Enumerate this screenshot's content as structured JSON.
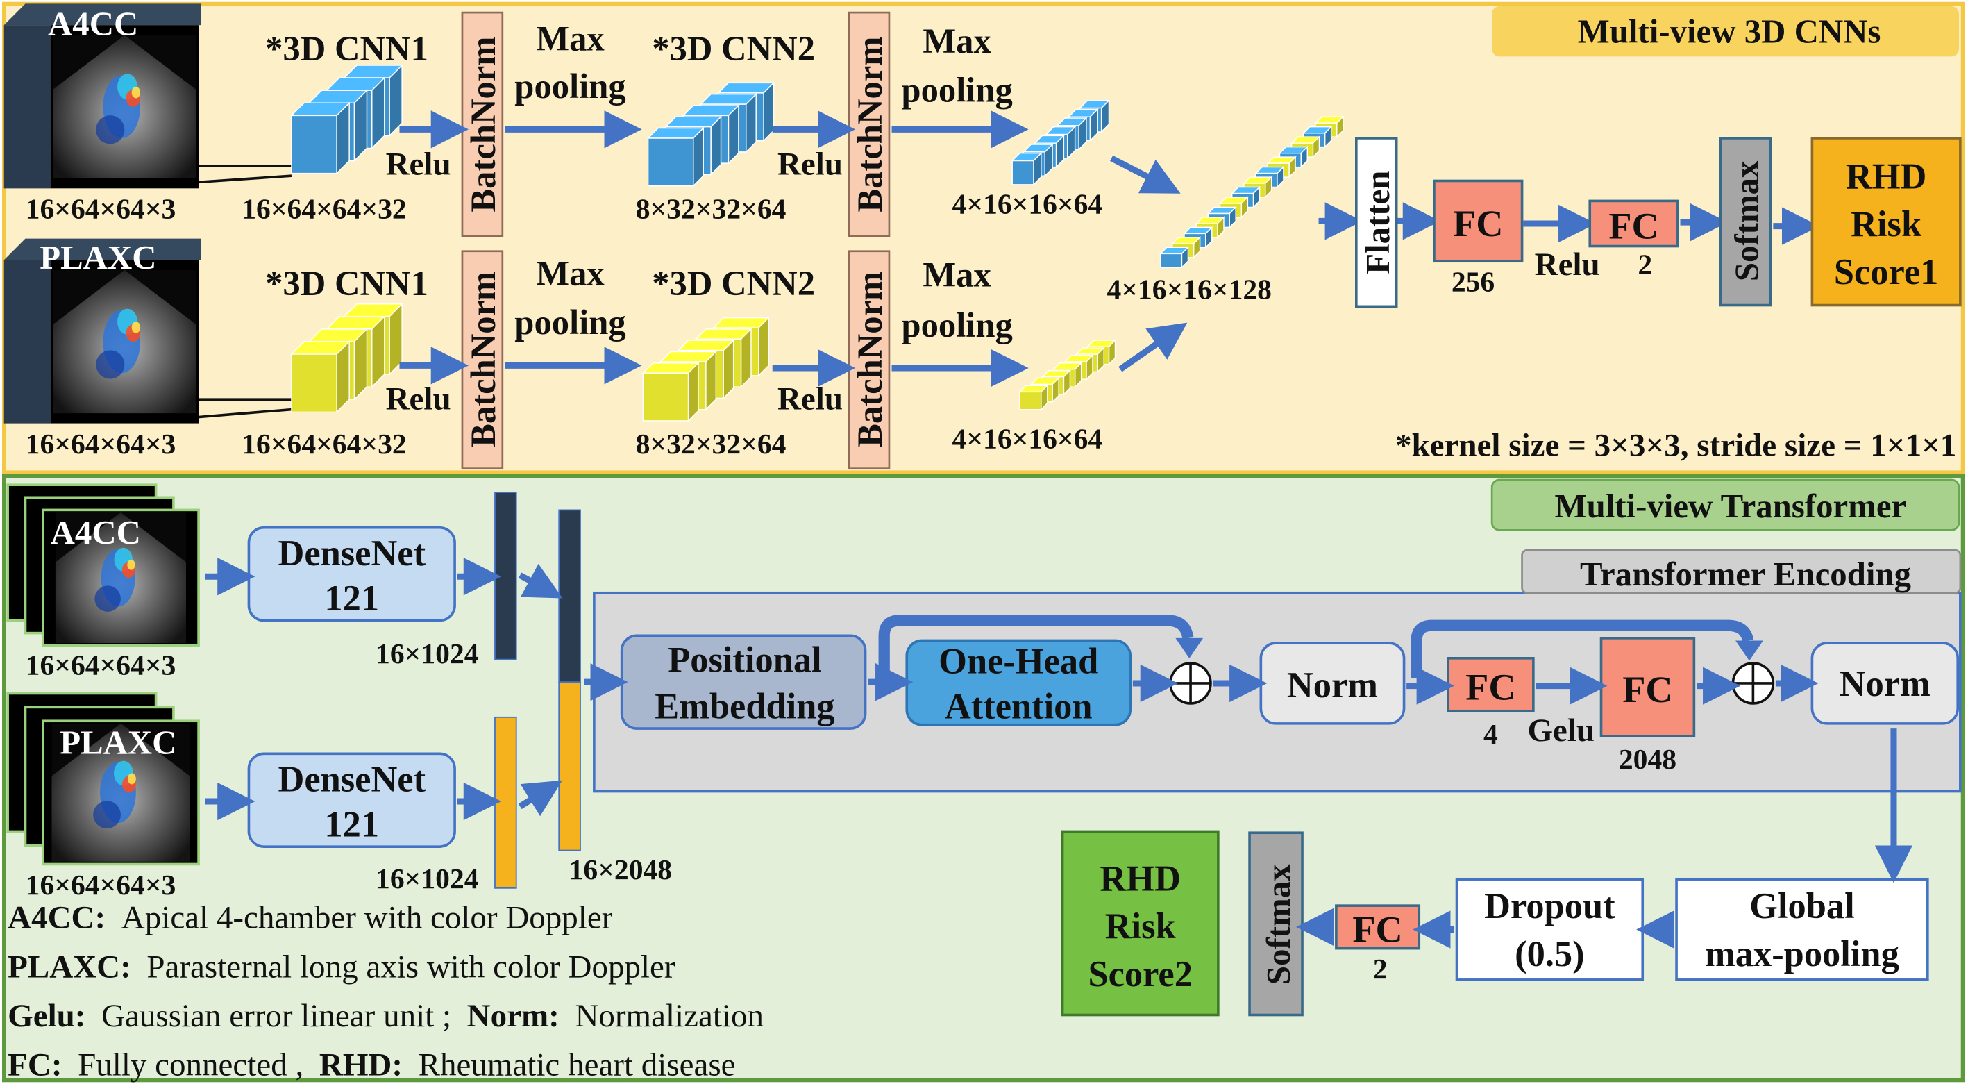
{
  "colors": {
    "top_bg": "#fdf0c9",
    "top_border": "#f4c744",
    "bottom_bg": "#e3efd8",
    "bottom_border": "#5c9a3d",
    "blue_cube": "#3e95d2",
    "yellow_cube": "#e1e02e",
    "batchnorm": "#f8cdb2",
    "fc": "#f7907a",
    "softmax": "#a6a6a6",
    "rhd1": "#f5b21c",
    "rhd2": "#76c043",
    "arrow": "#4472c4",
    "densenet": "#c5dbf1",
    "posemb": "#a8b7ce",
    "attention": "#4aa3dc",
    "transformer_bg": "#d9d9d9",
    "dark_bar": "#2a3a4f",
    "gold_bar": "#f5b21c"
  },
  "icons": [
    "echo-frame-image",
    "arrow-icon",
    "plus-circle-icon",
    "cube-stack-icon"
  ],
  "cnn": {
    "title": "Multi-view 3D CNNs",
    "view1": "A4CC",
    "view2": "PLAXC",
    "input_dim": "16×64×64×3",
    "cnn1_label": "*3D CNN1",
    "cnn2_label": "*3D CNN2",
    "cnn1_dim": "16×64×64×32",
    "cnn2_dim": "8×32×32×64",
    "pool_dim": "4×16×16×64",
    "concat_dim": "4×16×16×128",
    "relu": "Relu",
    "batchnorm": "BatchNorm",
    "max": "Max",
    "pooling": "pooling",
    "flatten": "Flatten",
    "fc": "FC",
    "fc1_units": "256",
    "fc2_units": "2",
    "softmax": "Softmax",
    "rhd_lines": [
      "RHD",
      "Risk",
      "Score1"
    ],
    "kernel_note": "*kernel size = 3×3×3, stride size = 1×1×1"
  },
  "transformer": {
    "title": "Multi-view Transformer",
    "encoding_title": "Transformer Encoding",
    "view1": "A4CC",
    "view2": "PLAXC",
    "input_dim": "16×64×64×3",
    "densenet_lines": [
      "DenseNet",
      "121"
    ],
    "feat_dim": "16×1024",
    "concat_dim": "16×2048",
    "posemb_lines": [
      "Positional",
      "Embedding"
    ],
    "attention_lines": [
      "One-Head",
      "Attention"
    ],
    "norm": "Norm",
    "fc": "FC",
    "fc_small_units": "4",
    "gelu": "Gelu",
    "fc_large_units": "2048",
    "gmp_lines": [
      "Global",
      "max-pooling"
    ],
    "dropout_lines": [
      "Dropout",
      "(0.5)"
    ],
    "fc_out_units": "2",
    "softmax": "Softmax",
    "rhd_lines": [
      "RHD",
      "Risk",
      "Score2"
    ]
  },
  "legend": [
    {
      "term": "A4CC:",
      "desc": "Apical 4-chamber with color Doppler"
    },
    {
      "term": "PLAXC:",
      "desc": "Parasternal long axis with color Doppler"
    },
    {
      "term": "Gelu:",
      "desc": "Gaussian error linear unit",
      "sep": ";",
      "term2": "Norm:",
      "desc2": "Normalization"
    },
    {
      "term": "FC:",
      "desc": "Fully connected",
      "sep": ",",
      "term2": "RHD:",
      "desc2": "Rheumatic heart disease"
    }
  ]
}
